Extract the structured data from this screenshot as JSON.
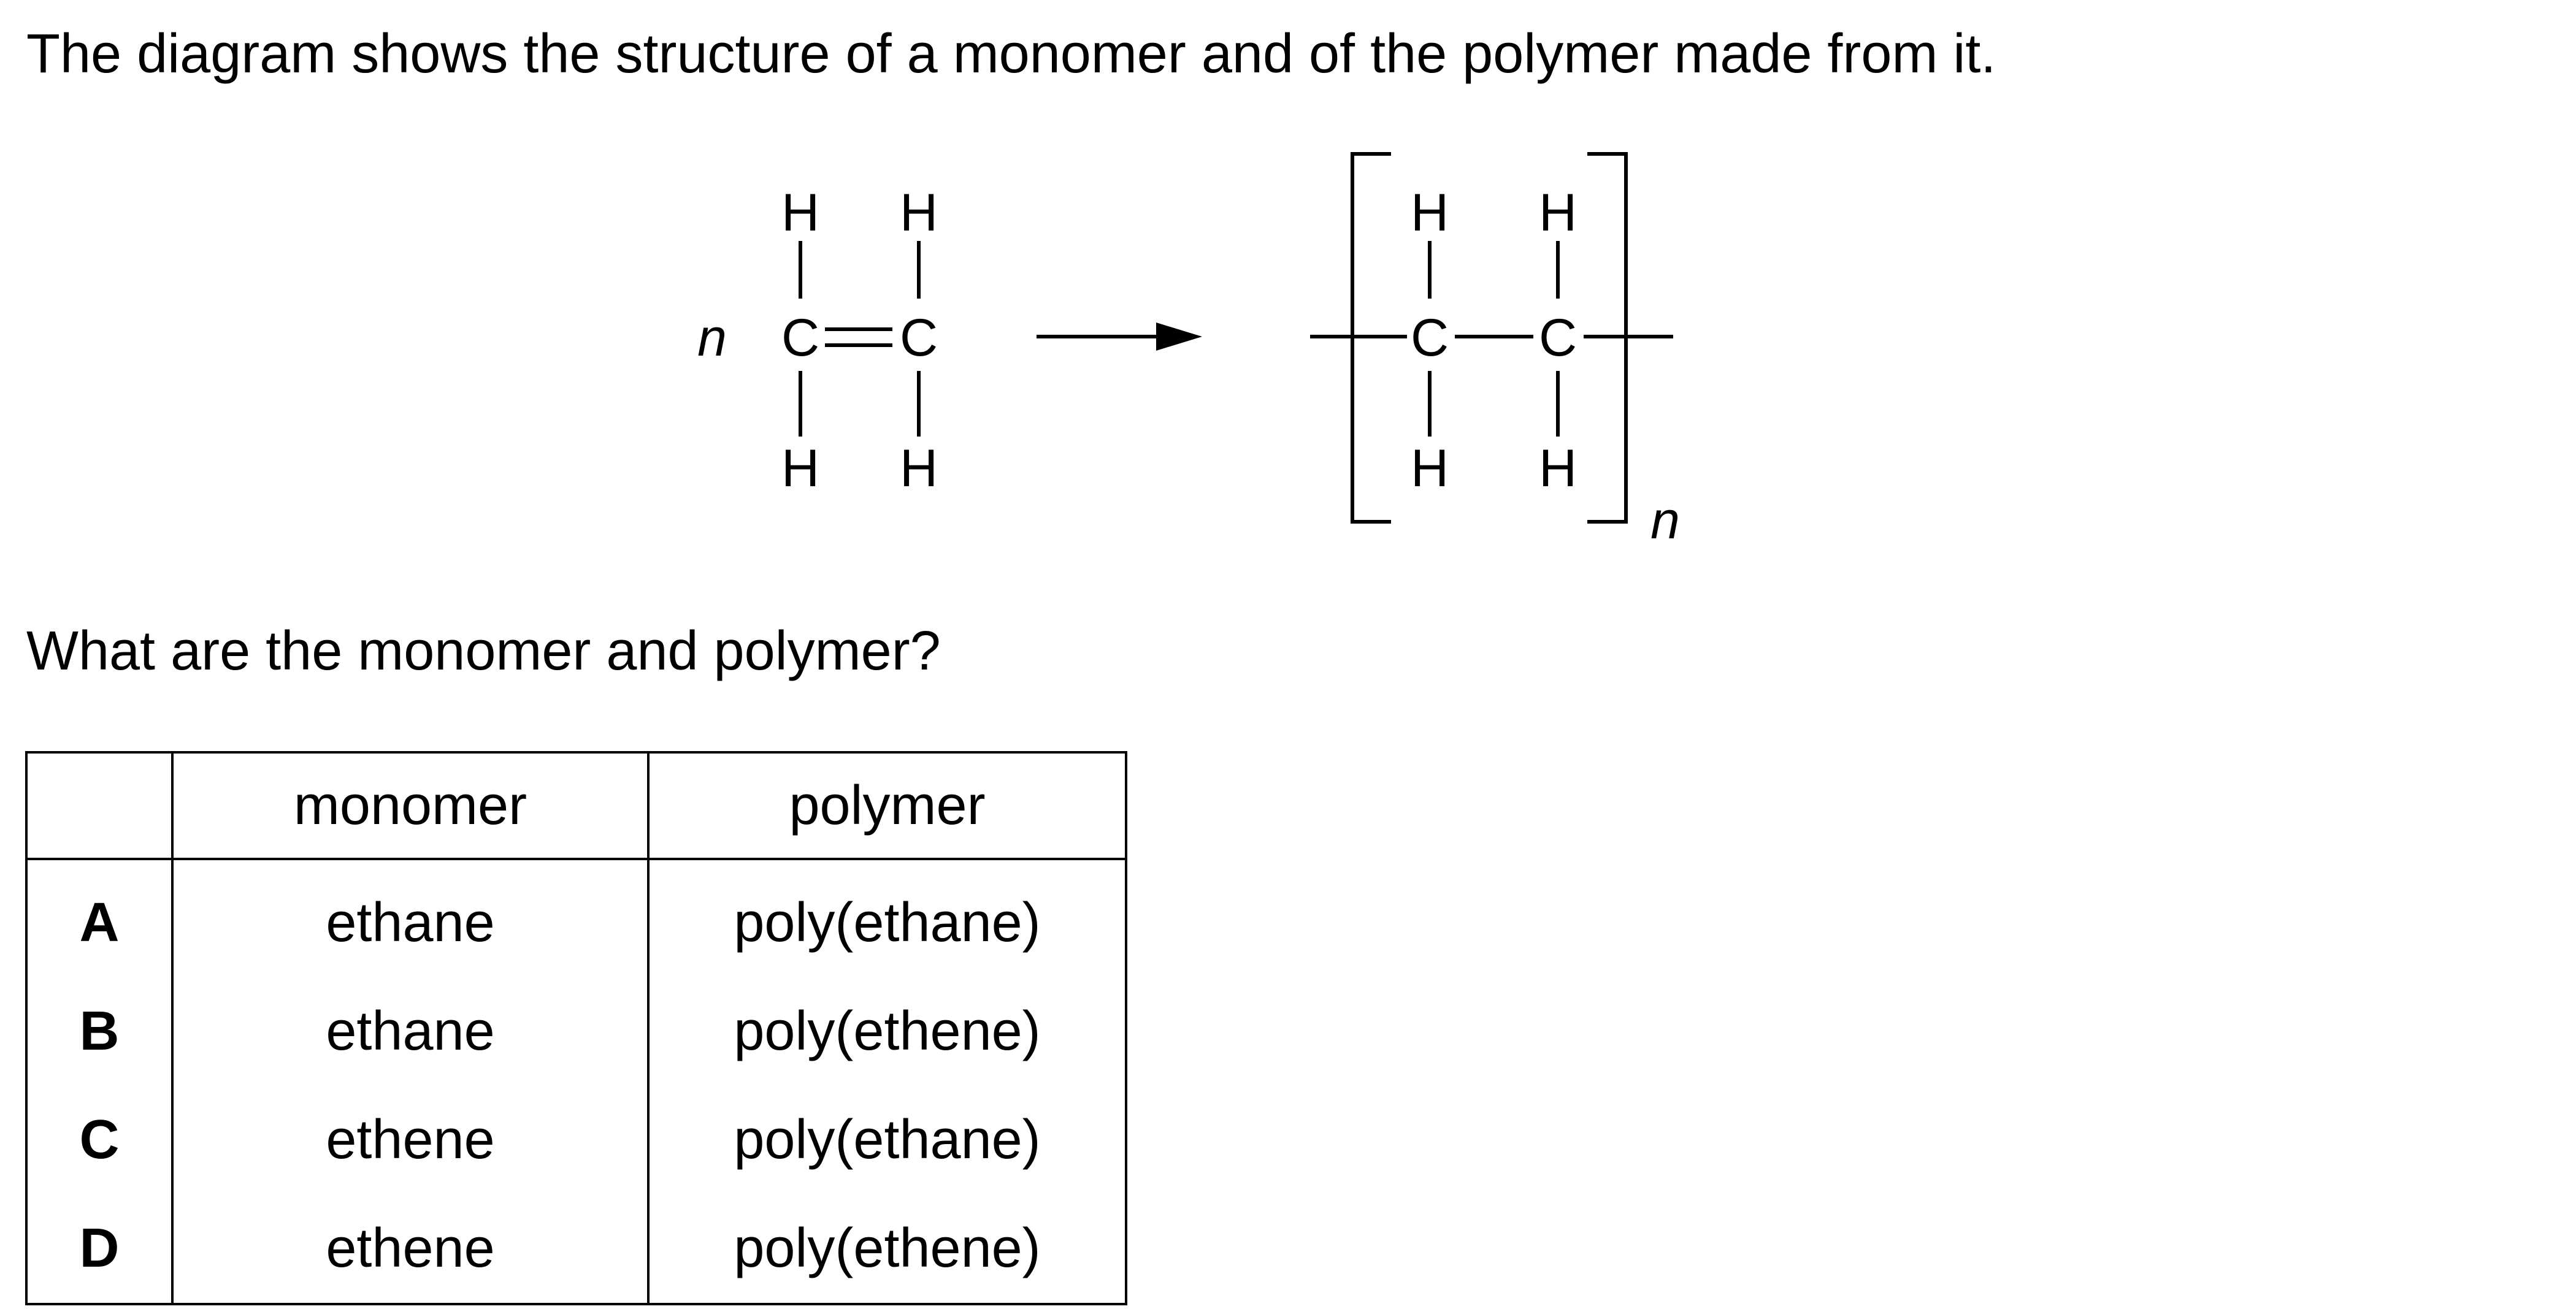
{
  "question": {
    "intro": "The diagram shows the structure of a monomer and of the polymer made from it.",
    "prompt": "What are the monomer and polymer?"
  },
  "diagram": {
    "monomer": {
      "coefficient": "n",
      "atoms": {
        "h_top_left": "H",
        "h_top_right": "H",
        "c_left": "C",
        "c_right": "C",
        "h_bottom_left": "H",
        "h_bottom_right": "H"
      }
    },
    "polymer": {
      "subscript": "n",
      "atoms": {
        "h_top_left": "H",
        "h_top_right": "H",
        "c_left": "C",
        "c_right": "C",
        "h_bottom_left": "H",
        "h_bottom_right": "H"
      }
    }
  },
  "table": {
    "headers": {
      "letter": "",
      "monomer": "monomer",
      "polymer": "polymer"
    },
    "rows": [
      {
        "letter": "A",
        "monomer": "ethane",
        "polymer": "poly(ethane)"
      },
      {
        "letter": "B",
        "monomer": "ethane",
        "polymer": "poly(ethene)"
      },
      {
        "letter": "C",
        "monomer": "ethene",
        "polymer": "poly(ethane)"
      },
      {
        "letter": "D",
        "monomer": "ethene",
        "polymer": "poly(ethene)"
      }
    ]
  }
}
